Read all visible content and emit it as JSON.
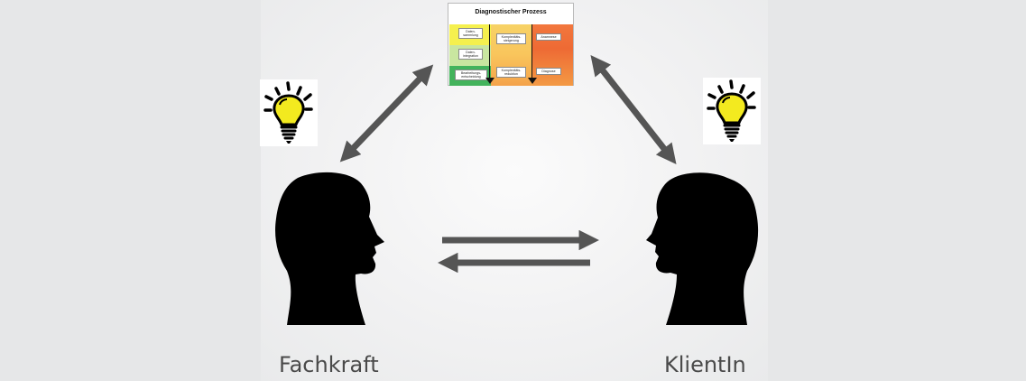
{
  "diagram": {
    "title": "Diagnostischer Prozess",
    "column1": [
      "Daten-\nsammlung",
      "Daten-\nintegration",
      "Bearbeitungs-\nentscheidung"
    ],
    "column2": [
      "Komplexitäts-\nsteigerung",
      "Komplexitäts-\nreduktion"
    ],
    "column3": [
      "Anamnese",
      "Diagnose"
    ]
  },
  "participants": {
    "left": "Fachkraft",
    "right": "KlientIn"
  },
  "colors": {
    "arrow": "#555555",
    "head_silhouette": "#000000",
    "bulb_glass": "#f3ea1f"
  },
  "icons": {
    "idea": "lightbulb-icon",
    "person": "head-silhouette-icon"
  }
}
